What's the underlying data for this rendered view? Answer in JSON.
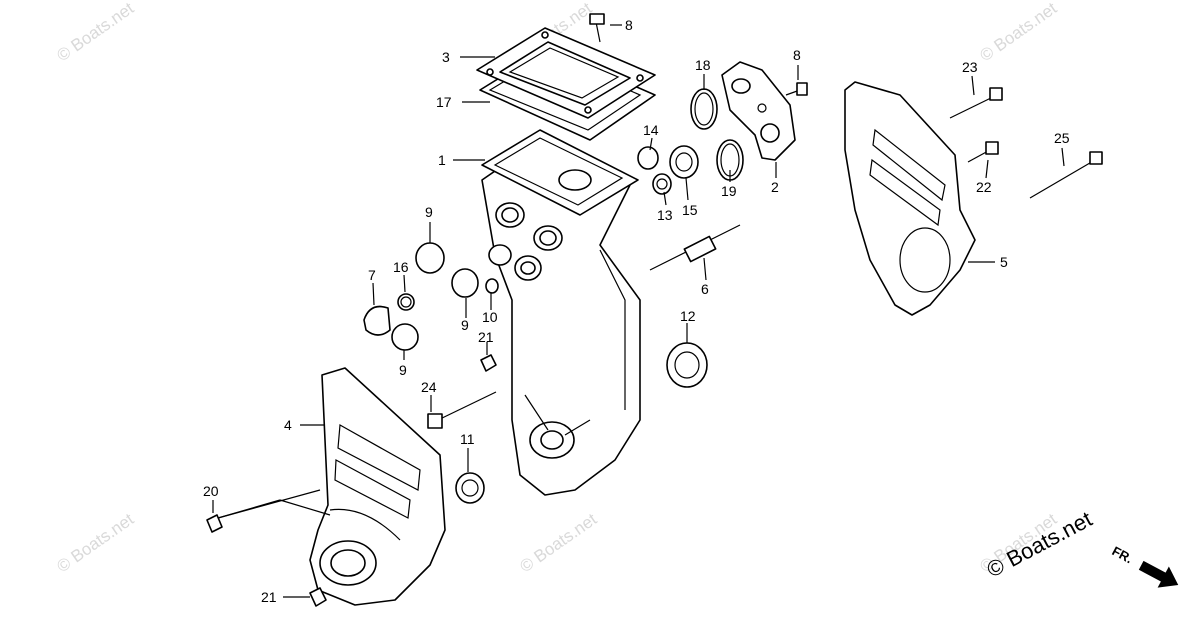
{
  "callouts": {
    "c1": "1",
    "c2": "2",
    "c3": "3",
    "c4": "4",
    "c5": "5",
    "c6": "6",
    "c7": "7",
    "c8a": "8",
    "c8b": "8",
    "c9a": "9",
    "c9b": "9",
    "c9c": "9",
    "c10": "10",
    "c11": "11",
    "c12": "12",
    "c13": "13",
    "c14": "14",
    "c15": "15",
    "c16": "16",
    "c17": "17",
    "c18": "18",
    "c19": "19",
    "c20": "20",
    "c21a": "21",
    "c21b": "21",
    "c22": "22",
    "c23": "23",
    "c24": "24",
    "c25": "25"
  },
  "watermarks": {
    "w1": "© Boats.net",
    "w2": "© Boats.net",
    "w3": "© Boats.net",
    "w4": "© Boats.net",
    "w5": "© Boats.net",
    "w6": "© Boats.net"
  },
  "brand_watermark": "© Boats.net",
  "direction_label": "FR.",
  "colors": {
    "line": "#000000",
    "watermark": "#d9d9d9",
    "background": "#ffffff"
  }
}
